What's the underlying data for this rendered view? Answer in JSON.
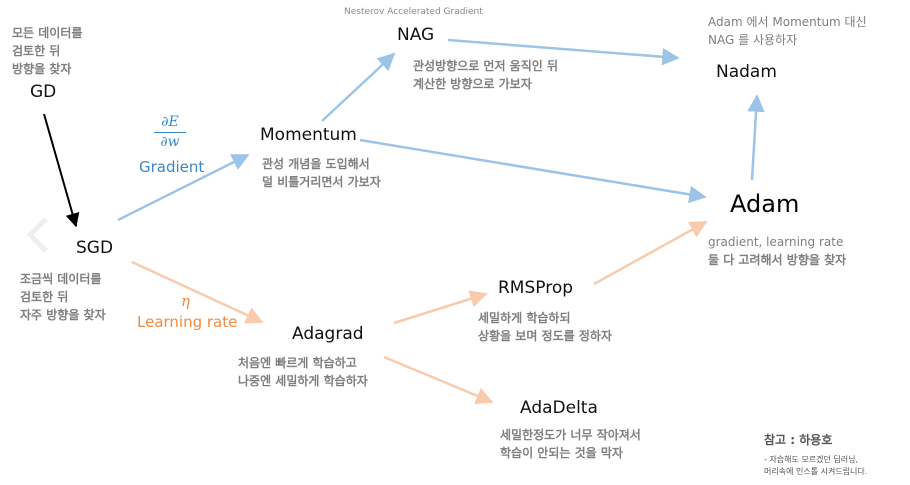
{
  "nodes": {
    "gd": {
      "label": "GD",
      "desc": [
        "모든 데이터를",
        "검토한 뒤",
        "방향을 찾자"
      ]
    },
    "sgd": {
      "label": "SGD",
      "desc": [
        "조금씩 데이터를",
        "검토한 뒤",
        "자주 방향을 찾자"
      ]
    },
    "momentum": {
      "label": "Momentum",
      "desc": [
        "관성 개념을 도입해서",
        "덜 비틀거리면서 가보자"
      ]
    },
    "nag": {
      "label": "NAG",
      "caption": "Nesterov Accelerated Gradient",
      "desc": [
        "관성방향으로 먼저 움직인 뒤",
        "계산한 방향으로 가보자"
      ]
    },
    "nadam": {
      "label": "Nadam",
      "desc": [
        "Adam 에서 Momentum 대신",
        "NAG 를 사용하자"
      ]
    },
    "adam": {
      "label": "Adam",
      "desc": [
        "gradient, learning rate",
        "둘 다 고려해서 방향을 찾자"
      ]
    },
    "adagrad": {
      "label": "Adagrad",
      "desc": [
        "처음엔 빠르게 학습하고",
        "나중엔 세밀하게 학습하자"
      ]
    },
    "rmsprop": {
      "label": "RMSProp",
      "desc": [
        "세밀하게 학습하되",
        "상황을 보며 정도를 정하자"
      ]
    },
    "adadelta": {
      "label": "AdaDelta",
      "desc": [
        "세밀한정도가 너무 작아져서",
        "학습이 안되는 것을 막자"
      ]
    }
  },
  "edge_labels": {
    "gradient": {
      "num": "∂E",
      "den": "∂w",
      "text": "Gradient"
    },
    "learning_rate": {
      "symbol": "η",
      "text": "Learning rate"
    }
  },
  "reference": {
    "title": "참고 : 하용호",
    "lines": [
      "- 자습해도 모르겠던 딥러닝,",
      "머리속에 인스톨 시켜드립니다."
    ]
  },
  "colors": {
    "blue": "#9dc3e6",
    "orange": "#f8cbad",
    "black": "#000000",
    "blue_text": "#3a86c8",
    "orange_text": "#f28a3f"
  }
}
